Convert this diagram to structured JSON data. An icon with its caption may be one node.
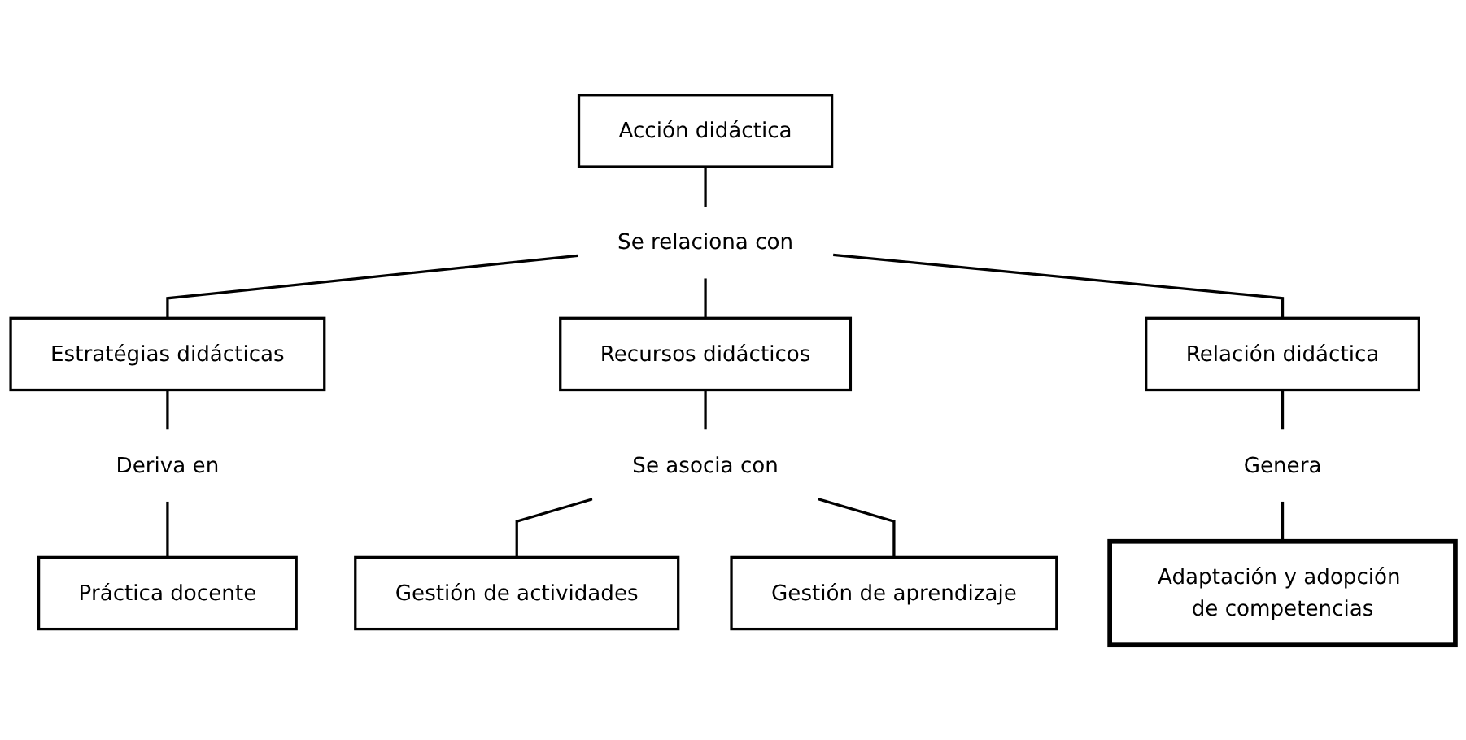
{
  "diagram": {
    "nodes": [
      {
        "text": [
          "Acción didáctica"
        ]
      },
      {
        "text": [
          "Se relaciona con"
        ]
      },
      {
        "text": [
          "Estratégias didácticas"
        ]
      },
      {
        "text": [
          "Recursos didácticos"
        ]
      },
      {
        "text": [
          "Relación didáctica"
        ]
      },
      {
        "text": [
          "Deriva en"
        ]
      },
      {
        "text": [
          "Práctica docente"
        ]
      },
      {
        "text": [
          "Se asocia con"
        ]
      },
      {
        "text": [
          "Gestión de actividades"
        ]
      },
      {
        "text": [
          "Gestión de aprendizaje"
        ]
      },
      {
        "text": [
          "Genera"
        ]
      },
      {
        "text": [
          "Adaptación y adopción de competencias"
        ]
      }
    ],
    "edges": [
      {
        "from": 0,
        "to": 1,
        "arrow": "none"
      },
      {
        "from": 1,
        "to": 2,
        "arrow": "none"
      },
      {
        "from": 1,
        "to": 3,
        "arrow": "none"
      },
      {
        "from": 1,
        "to": 4,
        "arrow": "none"
      },
      {
        "from": 2,
        "to": 5,
        "arrow": "none"
      },
      {
        "from": 5,
        "to": 6,
        "arrow": "none"
      },
      {
        "from": 3,
        "to": 7,
        "arrow": "none"
      },
      {
        "from": 7,
        "to": 8,
        "arrow": "none"
      },
      {
        "from": 7,
        "to": 9,
        "arrow": "none"
      },
      {
        "from": 4,
        "to": 10,
        "arrow": "none"
      },
      {
        "from": 10,
        "to": 11,
        "arrow": "none"
      }
    ]
  }
}
